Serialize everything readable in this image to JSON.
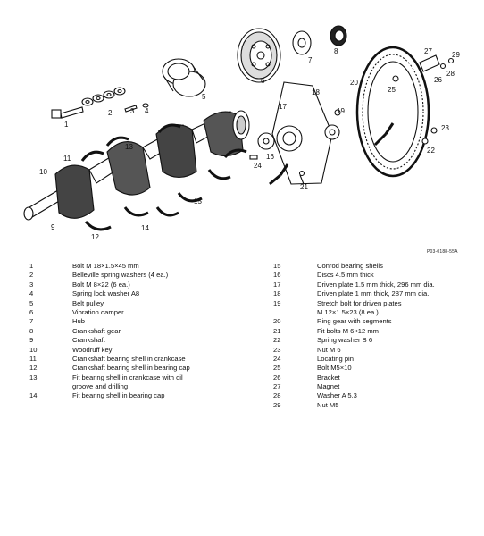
{
  "figure_code": "P03-0188-55A",
  "callouts": [
    "1",
    "2",
    "3",
    "4",
    "5",
    "6",
    "7",
    "8",
    "9",
    "10",
    "11",
    "12",
    "13",
    "14",
    "15",
    "16",
    "17",
    "18",
    "19",
    "20",
    "21",
    "22",
    "23",
    "24",
    "25",
    "26",
    "27",
    "28",
    "29"
  ],
  "legend_left": [
    {
      "num": "1",
      "text": "Bolt M 18×1.5×45 mm"
    },
    {
      "num": "2",
      "text": "Belleville spring washers (4 ea.)"
    },
    {
      "num": "3",
      "text": "Bolt M 8×22 (6 ea.)"
    },
    {
      "num": "4",
      "text": "Spring lock washer A8"
    },
    {
      "num": "5",
      "text": "Belt pulley"
    },
    {
      "num": "6",
      "text": "Vibration damper"
    },
    {
      "num": "7",
      "text": "Hub"
    },
    {
      "num": "8",
      "text": "Crankshaft gear"
    },
    {
      "num": "9",
      "text": "Crankshaft"
    },
    {
      "num": "10",
      "text": "Woodruff key"
    },
    {
      "num": "11",
      "text": "Crankshaft bearing shell in crankcase"
    },
    {
      "num": "12",
      "text": "Crankshaft bearing shell in bearing cap"
    },
    {
      "num": "13",
      "text": "Fit bearing shell in crankcase with oil",
      "text2": "groove and drilling"
    },
    {
      "num": "14",
      "text": "Fit bearing shell in bearing cap"
    }
  ],
  "legend_right": [
    {
      "num": "15",
      "text": "Conrod bearing shells"
    },
    {
      "num": "16",
      "text": "Discs 4.5 mm thick"
    },
    {
      "num": "17",
      "text": "Driven plate 1.5 mm thick, 296 mm dia."
    },
    {
      "num": "18",
      "text": "Driven plate 1 mm thick, 287 mm dia."
    },
    {
      "num": "19",
      "text": "Stretch bolt for driven plates",
      "text2": "M 12×1.5×23 (8 ea.)"
    },
    {
      "num": "20",
      "text": "Ring gear with segments"
    },
    {
      "num": "21",
      "text": "Fit bolts M 6×12 mm"
    },
    {
      "num": "22",
      "text": "Spring washer B 6"
    },
    {
      "num": "23",
      "text": "Nut M 6"
    },
    {
      "num": "24",
      "text": "Locating pin"
    },
    {
      "num": "25",
      "text": "Bolt M5×10"
    },
    {
      "num": "26",
      "text": "Bracket"
    },
    {
      "num": "27",
      "text": "Magnet"
    },
    {
      "num": "28",
      "text": "Washer A 5.3"
    },
    {
      "num": "29",
      "text": "Nut M5"
    }
  ]
}
